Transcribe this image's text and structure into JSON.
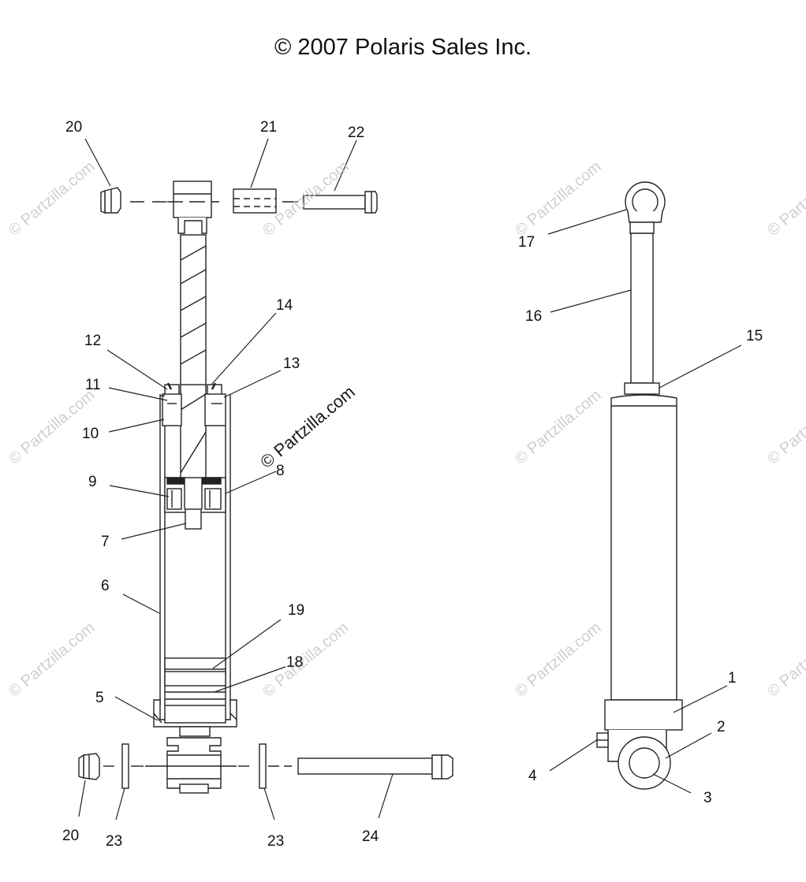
{
  "header": {
    "copyright": "© 2007 Polaris Sales Inc."
  },
  "watermark": {
    "text": "© Partzilla.com",
    "color": "#cfcfcf"
  },
  "callouts": {
    "c1": "1",
    "c2": "2",
    "c3": "3",
    "c4": "4",
    "c5": "5",
    "c6": "6",
    "c7": "7",
    "c8": "8",
    "c9": "9",
    "c10": "10",
    "c11": "11",
    "c12": "12",
    "c13": "13",
    "c14": "14",
    "c15": "15",
    "c16": "16",
    "c17": "17",
    "c18": "18",
    "c19": "19",
    "c20a": "20",
    "c20b": "20",
    "c21": "21",
    "c22": "22",
    "c23a": "23",
    "c23b": "23",
    "c24": "24"
  }
}
